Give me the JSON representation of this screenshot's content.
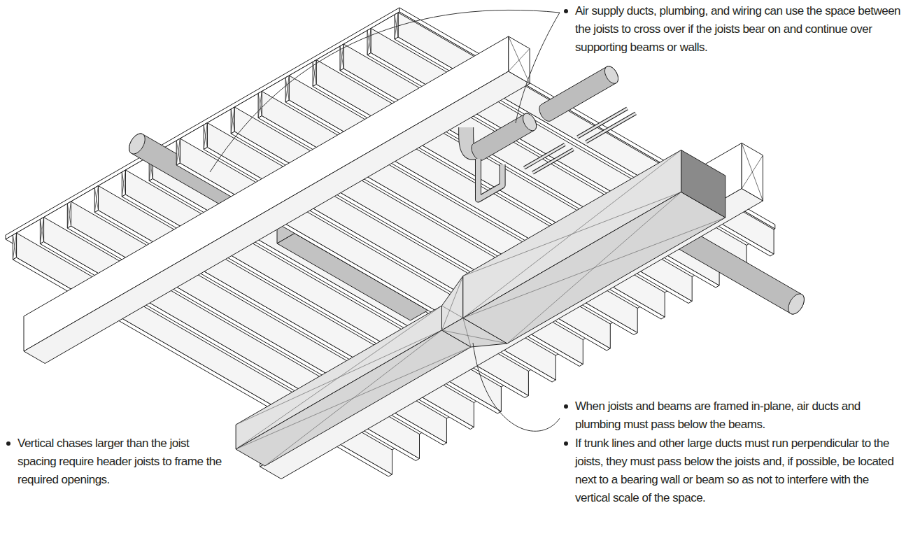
{
  "diagram": {
    "labels": [
      "Air supply ducts, plumbing, and wiring can use the space between the joists to cross over if the joists bear on and continue over supporting beams or walls.",
      "When joists and beams are framed in-plane, air ducts and plumbing must pass below the beams.",
      "If trunk lines and other large ducts must run perpendicular to the joists, they must pass below the joists and, if possible, be located next to a bearing wall or beam so as not to interfere with the vertical scale of the space.",
      "Vertical chases larger than the joist spacing require header joists to frame the required openings."
    ]
  }
}
